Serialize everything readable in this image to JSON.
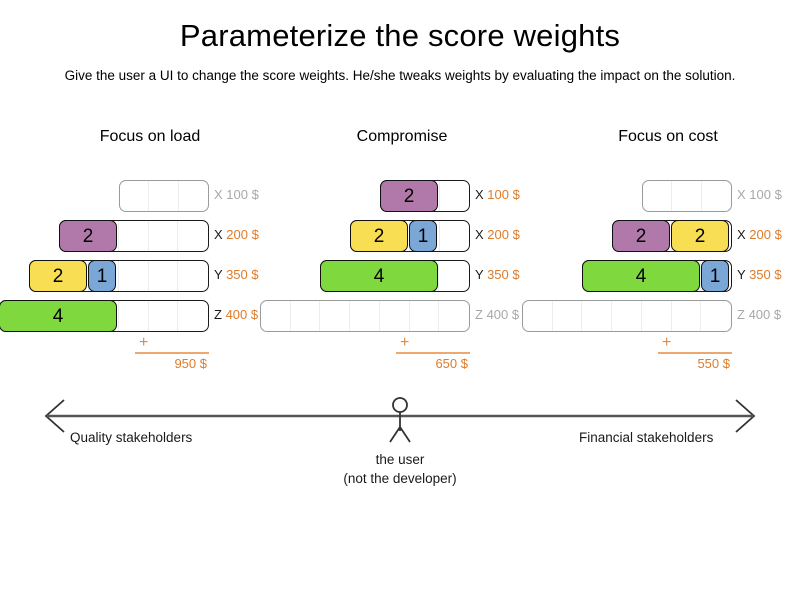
{
  "header": {
    "title": "Parameterize the score weights",
    "subtitle": "Give the user a UI to change the score weights. He/she tweaks weights by evaluating the impact on the solution."
  },
  "colors": {
    "purple": "#b079a9",
    "yellow": "#f8de52",
    "blue": "#7ba7d7",
    "green": "#80d83f",
    "accent_orange": "#e07b28",
    "rule_orange": "#eda86f",
    "inactive_grey": "#a8a8a8",
    "border_dark": "#111111",
    "border_grey": "#9a9a9a"
  },
  "scenarios": [
    {
      "title": "Focus on load",
      "total_plus": "+",
      "total": "950 $",
      "rows": [
        {
          "letter": "X",
          "price": "100 $",
          "active": false,
          "cells": 3,
          "segments": []
        },
        {
          "letter": "X",
          "price": "200 $",
          "active": true,
          "cells": 5,
          "segments": [
            {
              "value": "2",
              "units": 2,
              "color": "purple"
            }
          ]
        },
        {
          "letter": "Y",
          "price": "350 $",
          "active": true,
          "cells": 6,
          "segments": [
            {
              "value": "2",
              "units": 2,
              "color": "yellow"
            },
            {
              "value": "1",
              "units": 1,
              "color": "blue"
            }
          ]
        },
        {
          "letter": "Z",
          "price": "400 $",
          "active": true,
          "cells": 7,
          "segments": [
            {
              "value": "4",
              "units": 4,
              "color": "green"
            }
          ]
        }
      ]
    },
    {
      "title": "Compromise",
      "total_plus": "+",
      "total": "650 $",
      "rows": [
        {
          "letter": "X",
          "price": "100 $",
          "active": true,
          "cells": 3,
          "segments": [
            {
              "value": "2",
              "units": 2,
              "color": "purple"
            }
          ]
        },
        {
          "letter": "X",
          "price": "200 $",
          "active": true,
          "cells": 4,
          "segments": [
            {
              "value": "2",
              "units": 2,
              "color": "yellow"
            },
            {
              "value": "1",
              "units": 1,
              "color": "blue"
            }
          ]
        },
        {
          "letter": "Y",
          "price": "350 $",
          "active": true,
          "cells": 5,
          "segments": [
            {
              "value": "4",
              "units": 4,
              "color": "green"
            }
          ]
        },
        {
          "letter": "Z",
          "price": "400 $",
          "active": false,
          "cells": 7,
          "segments": []
        }
      ]
    },
    {
      "title": "Focus on cost",
      "total_plus": "+",
      "total": "550 $",
      "rows": [
        {
          "letter": "X",
          "price": "100 $",
          "active": false,
          "cells": 3,
          "segments": []
        },
        {
          "letter": "X",
          "price": "200 $",
          "active": true,
          "cells": 4,
          "segments": [
            {
              "value": "2",
              "units": 2,
              "color": "purple"
            },
            {
              "value": "2",
              "units": 2,
              "color": "yellow"
            }
          ]
        },
        {
          "letter": "Y",
          "price": "350 $",
          "active": true,
          "cells": 5,
          "segments": [
            {
              "value": "4",
              "units": 4,
              "color": "green"
            },
            {
              "value": "1",
              "units": 1,
              "color": "blue"
            }
          ]
        },
        {
          "letter": "Z",
          "price": "400 $",
          "active": false,
          "cells": 7,
          "segments": []
        }
      ]
    }
  ],
  "spectrum": {
    "left_label": "Quality stakeholders",
    "right_label": "Financial stakeholders",
    "actor_line1": "the user",
    "actor_line2": "(not the developer)"
  }
}
